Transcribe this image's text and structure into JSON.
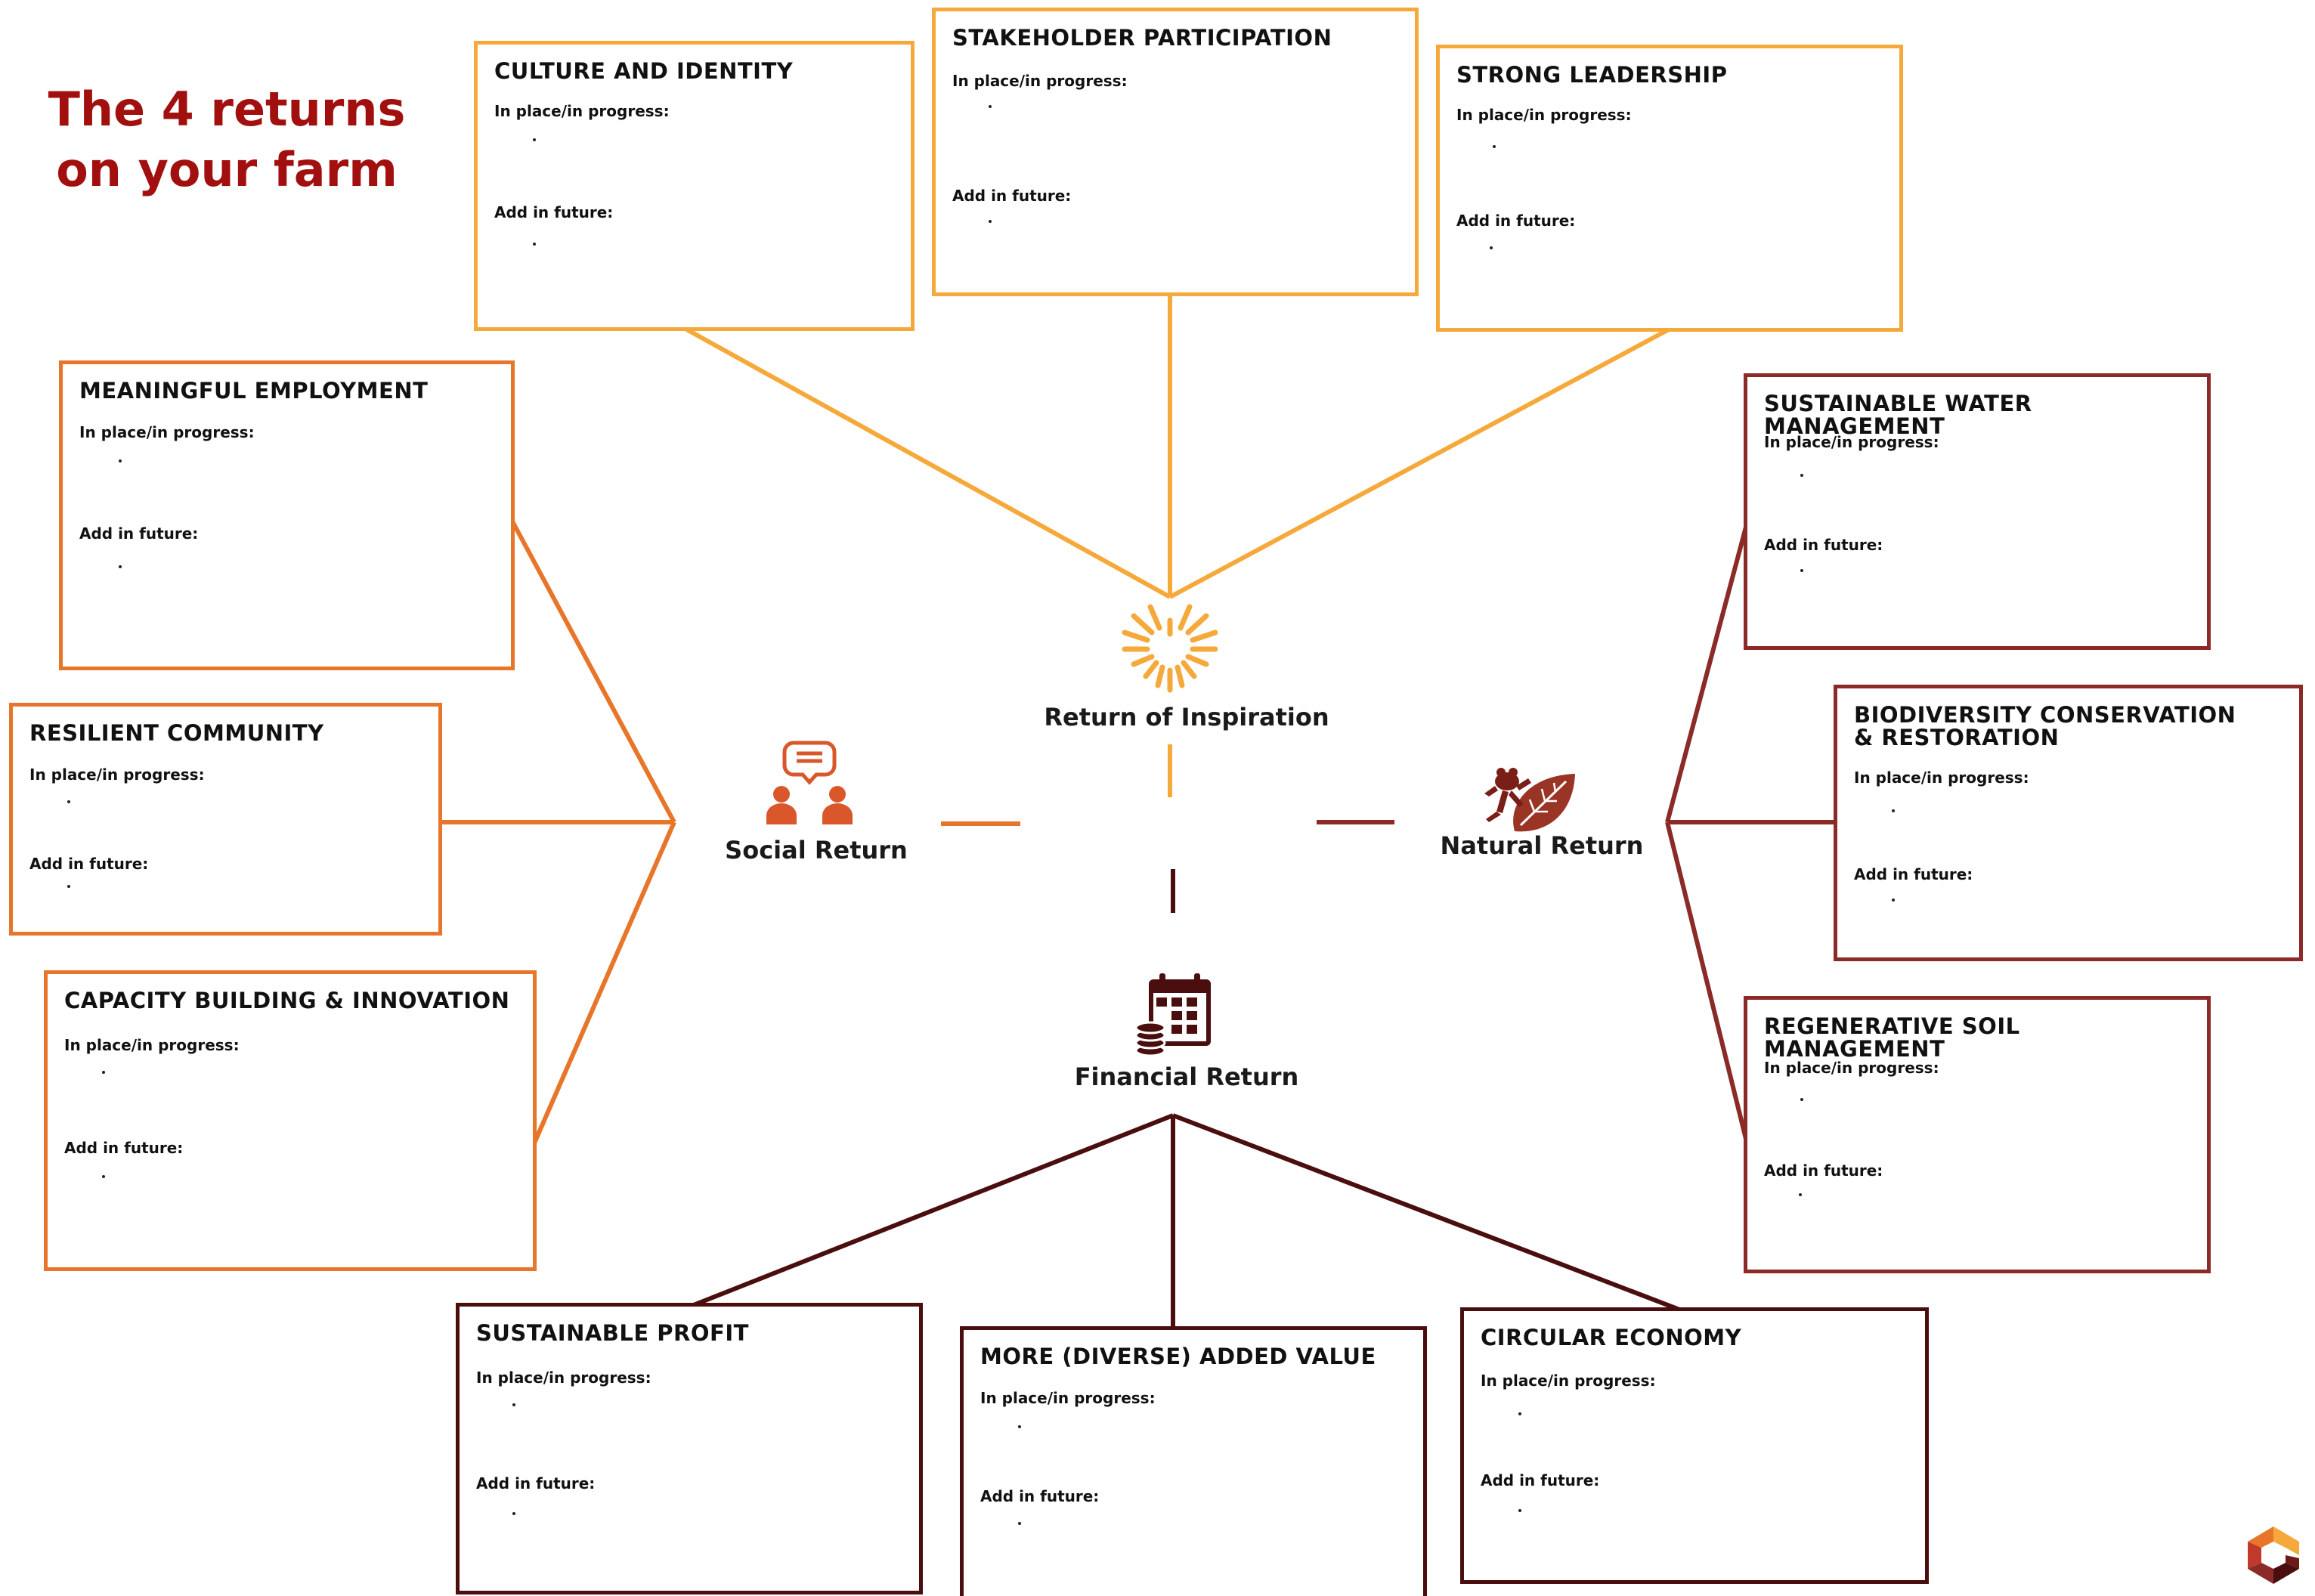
{
  "title_line1": "The 4 returns",
  "title_line2": "on your farm",
  "labels": {
    "in_place": "In place/in progress:",
    "future": "Add in future:"
  },
  "hubs": {
    "inspiration": "Return of Inspiration",
    "social": "Social Return",
    "natural": "Natural Return",
    "financial": "Financial Return"
  },
  "colors": {
    "inspiration": "#F6A93B",
    "social": "#E8762A",
    "natural": "#8B2A26",
    "financial": "#4A0E0E",
    "title": "#A20F0F"
  },
  "boxes": {
    "culture": {
      "title": "CULTURE AND IDENTITY"
    },
    "stakeholder": {
      "title": "STAKEHOLDER PARTICIPATION"
    },
    "leadership": {
      "title": "STRONG LEADERSHIP"
    },
    "employment": {
      "title": "MEANINGFUL EMPLOYMENT"
    },
    "community": {
      "title": "RESILIENT COMMUNITY"
    },
    "capacity": {
      "title": "CAPACITY BUILDING & INNOVATION"
    },
    "water": {
      "title": "SUSTAINABLE WATER MANAGEMENT"
    },
    "biodiversity": {
      "title_line1": "BIODIVERSITY CONSERVATION",
      "title_line2": "& RESTORATION"
    },
    "soil": {
      "title": "REGENERATIVE SOIL MANAGEMENT"
    },
    "profit": {
      "title": "SUSTAINABLE PROFIT"
    },
    "value": {
      "title": "MORE (DIVERSE) ADDED VALUE"
    },
    "circular": {
      "title": "CIRCULAR ECONOMY"
    }
  }
}
